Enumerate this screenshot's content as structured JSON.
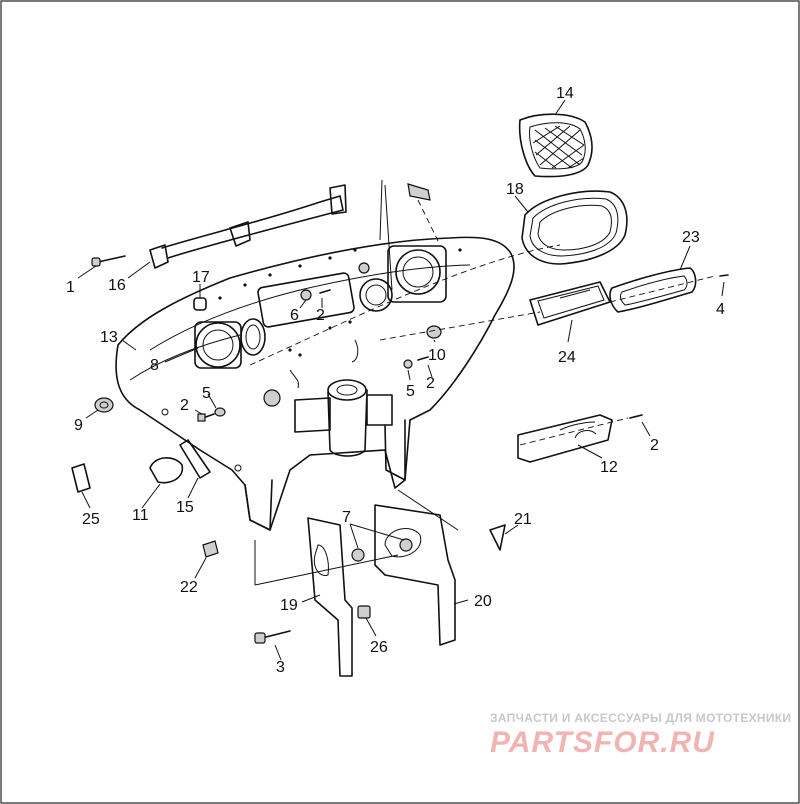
{
  "diagram": {
    "callouts": [
      {
        "id": "c1",
        "label": "1"
      },
      {
        "id": "c16",
        "label": "16"
      },
      {
        "id": "c17",
        "label": "17"
      },
      {
        "id": "c13",
        "label": "13"
      },
      {
        "id": "c8",
        "label": "8"
      },
      {
        "id": "c6",
        "label": "6"
      },
      {
        "id": "c2a",
        "label": "2"
      },
      {
        "id": "c9",
        "label": "9"
      },
      {
        "id": "c2b",
        "label": "2"
      },
      {
        "id": "c5a",
        "label": "5"
      },
      {
        "id": "c10",
        "label": "10"
      },
      {
        "id": "c5b",
        "label": "5"
      },
      {
        "id": "c2c",
        "label": "2"
      },
      {
        "id": "c14",
        "label": "14"
      },
      {
        "id": "c18",
        "label": "18"
      },
      {
        "id": "c23",
        "label": "23"
      },
      {
        "id": "c4",
        "label": "4"
      },
      {
        "id": "c24",
        "label": "24"
      },
      {
        "id": "c2d",
        "label": "2"
      },
      {
        "id": "c12",
        "label": "12"
      },
      {
        "id": "c25",
        "label": "25"
      },
      {
        "id": "c11",
        "label": "11"
      },
      {
        "id": "c15",
        "label": "15"
      },
      {
        "id": "c7",
        "label": "7"
      },
      {
        "id": "c21",
        "label": "21"
      },
      {
        "id": "c22",
        "label": "22"
      },
      {
        "id": "c19",
        "label": "19"
      },
      {
        "id": "c20",
        "label": "20"
      },
      {
        "id": "c26",
        "label": "26"
      },
      {
        "id": "c3",
        "label": "3"
      }
    ]
  },
  "watermark": {
    "subtitle": "ЗАПЧАСТИ И АКСЕССУАРЫ ДЛЯ МОТОТЕХНИКИ",
    "logo": "PARTSFOR.RU"
  }
}
